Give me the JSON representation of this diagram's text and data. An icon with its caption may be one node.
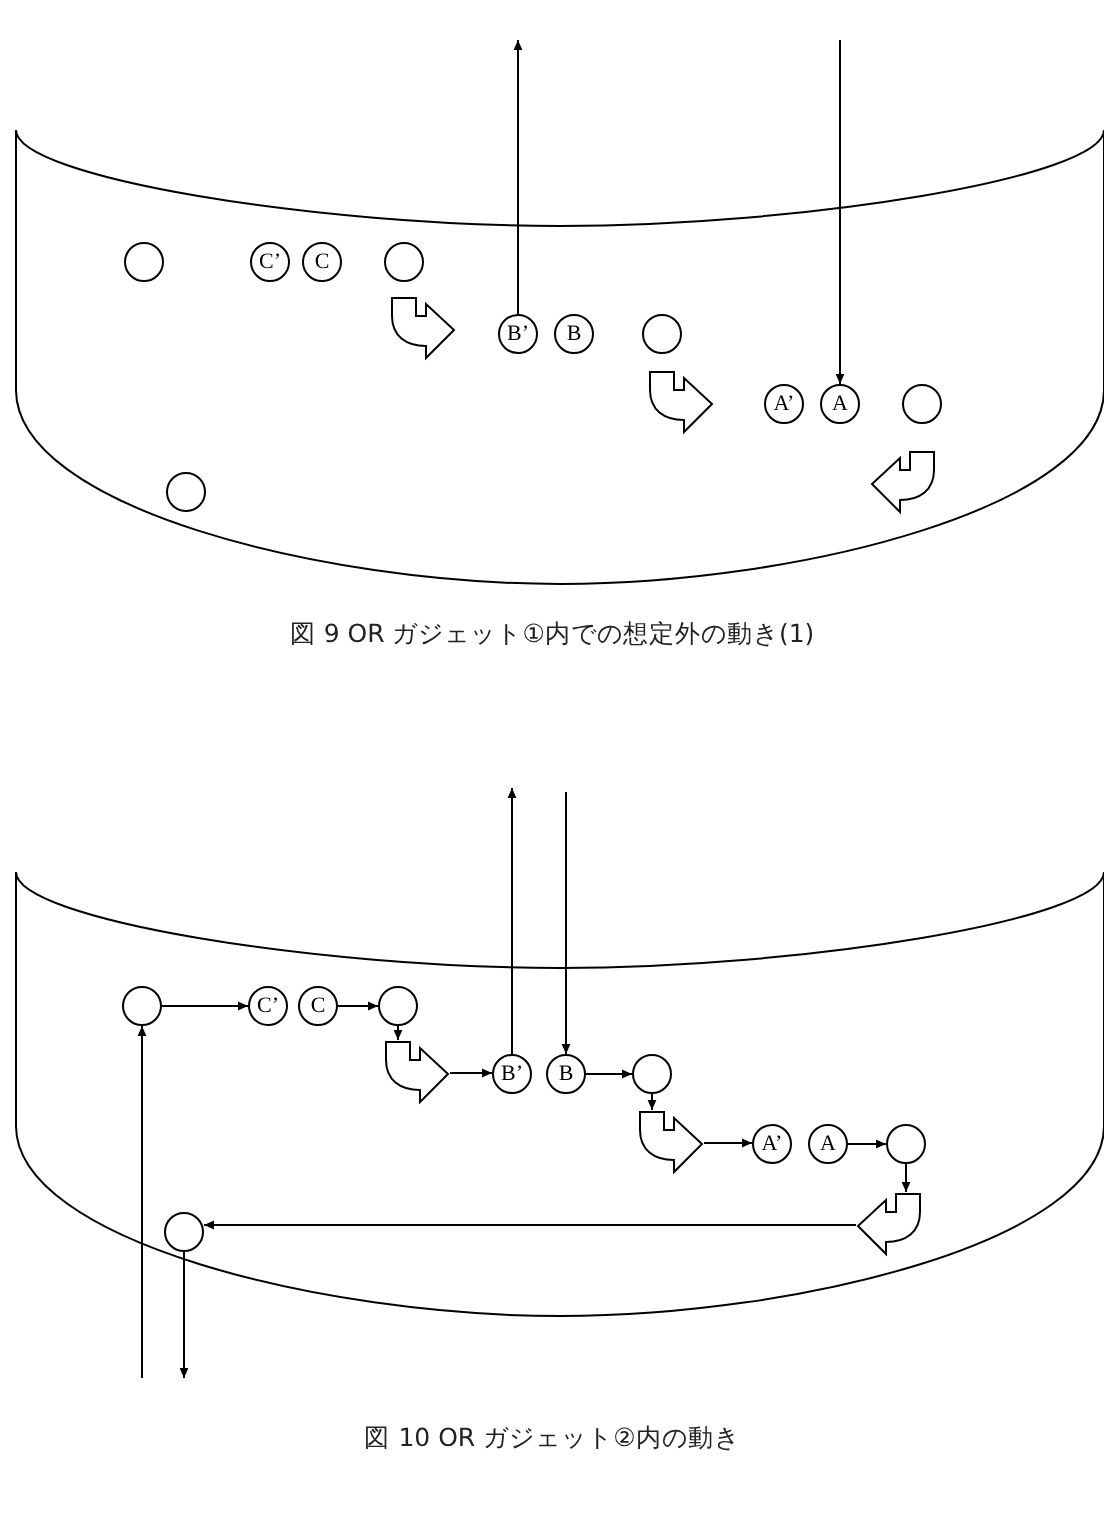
{
  "diagram": {
    "nodes": [
      {
        "text": [],
        "shape": "band"
      },
      {
        "text": [],
        "shape": "circle",
        "in": 0
      },
      {
        "text": [
          "C’"
        ],
        "in": 0
      },
      {
        "text": [
          "C"
        ],
        "in": 0
      },
      {
        "text": [],
        "shape": "circle",
        "in": 0
      },
      {
        "text": [],
        "shape": "arrow",
        "in": 0
      },
      {
        "text": [
          "B’"
        ],
        "in": 0
      },
      {
        "text": [
          "B"
        ],
        "in": 0
      },
      {
        "text": [],
        "shape": "circle",
        "in": 0
      },
      {
        "text": [],
        "shape": "arrow",
        "in": 0
      },
      {
        "text": [
          "A’"
        ],
        "in": 0
      },
      {
        "text": [
          "A"
        ],
        "in": 0
      },
      {
        "text": [],
        "shape": "circle",
        "in": 0
      },
      {
        "text": [],
        "shape": "arrow",
        "in": 0
      },
      {
        "text": [],
        "shape": "circle",
        "in": 0
      },
      {
        "text": [],
        "shape": "band"
      },
      {
        "text": [],
        "shape": "circle",
        "in": 15
      },
      {
        "text": [
          "C’"
        ],
        "in": 15
      },
      {
        "text": [
          "C"
        ],
        "in": 15
      },
      {
        "text": [],
        "shape": "circle",
        "in": 15
      },
      {
        "text": [],
        "shape": "arrow",
        "in": 15
      },
      {
        "text": [
          "B’"
        ],
        "in": 15
      },
      {
        "text": [
          "B"
        ],
        "in": 15
      },
      {
        "text": [],
        "shape": "circle",
        "in": 15
      },
      {
        "text": [],
        "shape": "arrow",
        "in": 15
      },
      {
        "text": [
          "A’"
        ],
        "in": 15
      },
      {
        "text": [
          "A"
        ],
        "in": 15
      },
      {
        "text": [],
        "shape": "circle",
        "in": 15
      },
      {
        "text": [],
        "shape": "arrow",
        "in": 15
      },
      {
        "text": [],
        "shape": "circle",
        "in": 15
      }
    ],
    "edges": [
      {
        "from": 6,
        "to": null,
        "arrow": "to"
      },
      {
        "from": null,
        "to": 11,
        "arrow": "to"
      },
      {
        "from": 16,
        "to": 17,
        "arrow": "to"
      },
      {
        "from": 18,
        "to": 19,
        "arrow": "to"
      },
      {
        "from": 19,
        "to": 20,
        "arrow": "to"
      },
      {
        "from": 20,
        "to": 21,
        "arrow": "to"
      },
      {
        "from": 21,
        "to": null,
        "arrow": "to"
      },
      {
        "from": null,
        "to": 22,
        "arrow": "to"
      },
      {
        "from": 22,
        "to": 23,
        "arrow": "to"
      },
      {
        "from": 23,
        "to": 24,
        "arrow": "to"
      },
      {
        "from": 24,
        "to": 25,
        "arrow": "to"
      },
      {
        "from": 26,
        "to": 27,
        "arrow": "to"
      },
      {
        "from": 27,
        "to": 28,
        "arrow": "to"
      },
      {
        "from": 28,
        "to": 29,
        "arrow": "to"
      },
      {
        "from": null,
        "to": 16,
        "arrow": "to"
      },
      {
        "from": 29,
        "to": null,
        "arrow": "to"
      }
    ],
    "labels": [
      "図 9 OR ガジェット①内での想定外の動き(1)",
      "図 10 OR ガジェット②内の動き"
    ]
  }
}
